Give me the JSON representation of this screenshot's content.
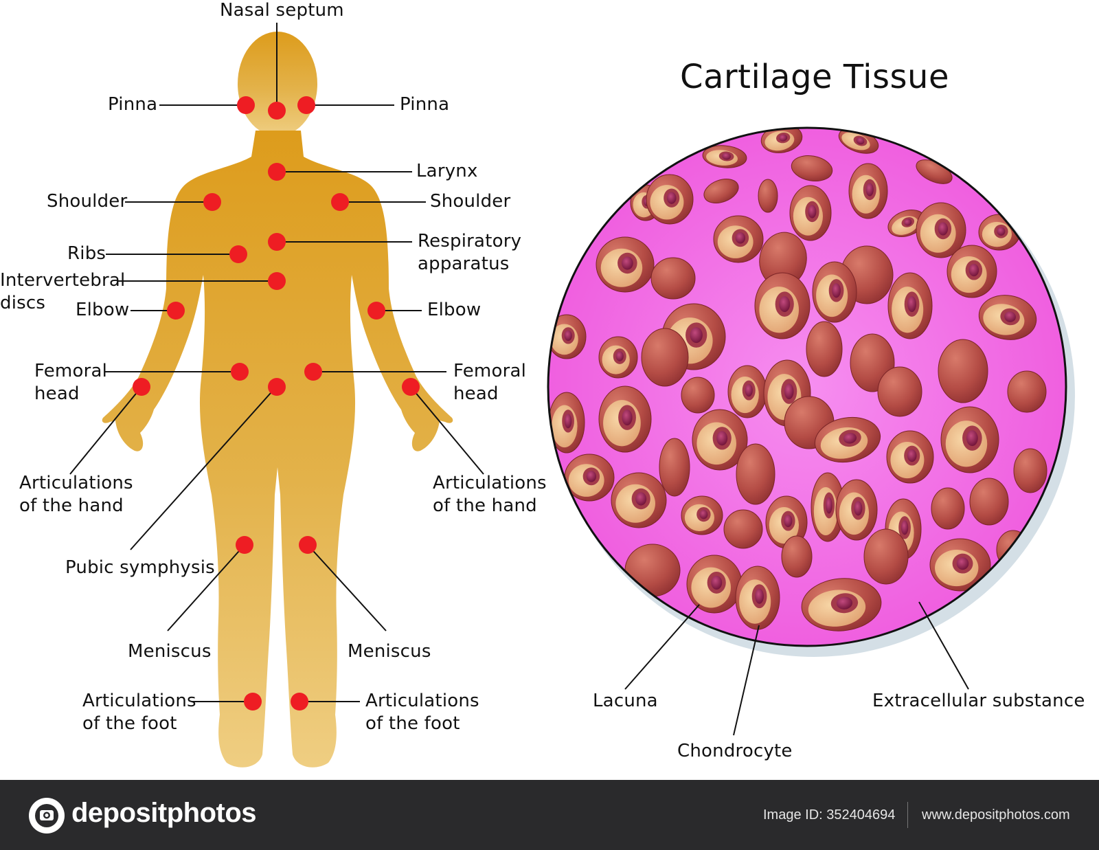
{
  "diagram": {
    "title": "Cartilage Tissue",
    "body_labels": {
      "nasal_septum": "Nasal septum",
      "pinna_left": "Pinna",
      "pinna_right": "Pinna",
      "larynx": "Larynx",
      "shoulder_left": "Shoulder",
      "shoulder_right": "Shoulder",
      "ribs": "Ribs",
      "respiratory_line1": "Respiratory",
      "respiratory_line2": "apparatus",
      "intervertebral_line1": "Intervertebral",
      "intervertebral_line2": "discs",
      "elbow_left": "Elbow",
      "elbow_right": "Elbow",
      "femoral_left_line1": "Femoral",
      "femoral_left_line2": "head",
      "femoral_right_line1": "Femoral",
      "femoral_right_line2": "head",
      "hand_left_line1": "Articulations",
      "hand_left_line2": "of the hand",
      "hand_right_line1": "Articulations",
      "hand_right_line2": "of the hand",
      "pubic_symphysis": "Pubic symphysis",
      "meniscus_left": "Meniscus",
      "meniscus_right": "Meniscus",
      "foot_left_line1": "Articulations",
      "foot_left_line2": "of the foot",
      "foot_right_line1": "Articulations",
      "foot_right_line2": "of the foot"
    },
    "tissue_labels": {
      "lacuna": "Lacuna",
      "chondrocyte": "Chondrocyte",
      "extracellular": "Extracellular substance"
    },
    "colors": {
      "body": "#e0a628",
      "marker": "#ee1d23",
      "matrix": "#f06ee4",
      "cell": "#a83a38",
      "lacuna": "#f2c089",
      "nucleus": "#8a1a45"
    }
  },
  "footer": {
    "logo_text": "depositphotos",
    "image_id": "Image ID: 352404694",
    "site_url": "www.depositphotos.com"
  }
}
